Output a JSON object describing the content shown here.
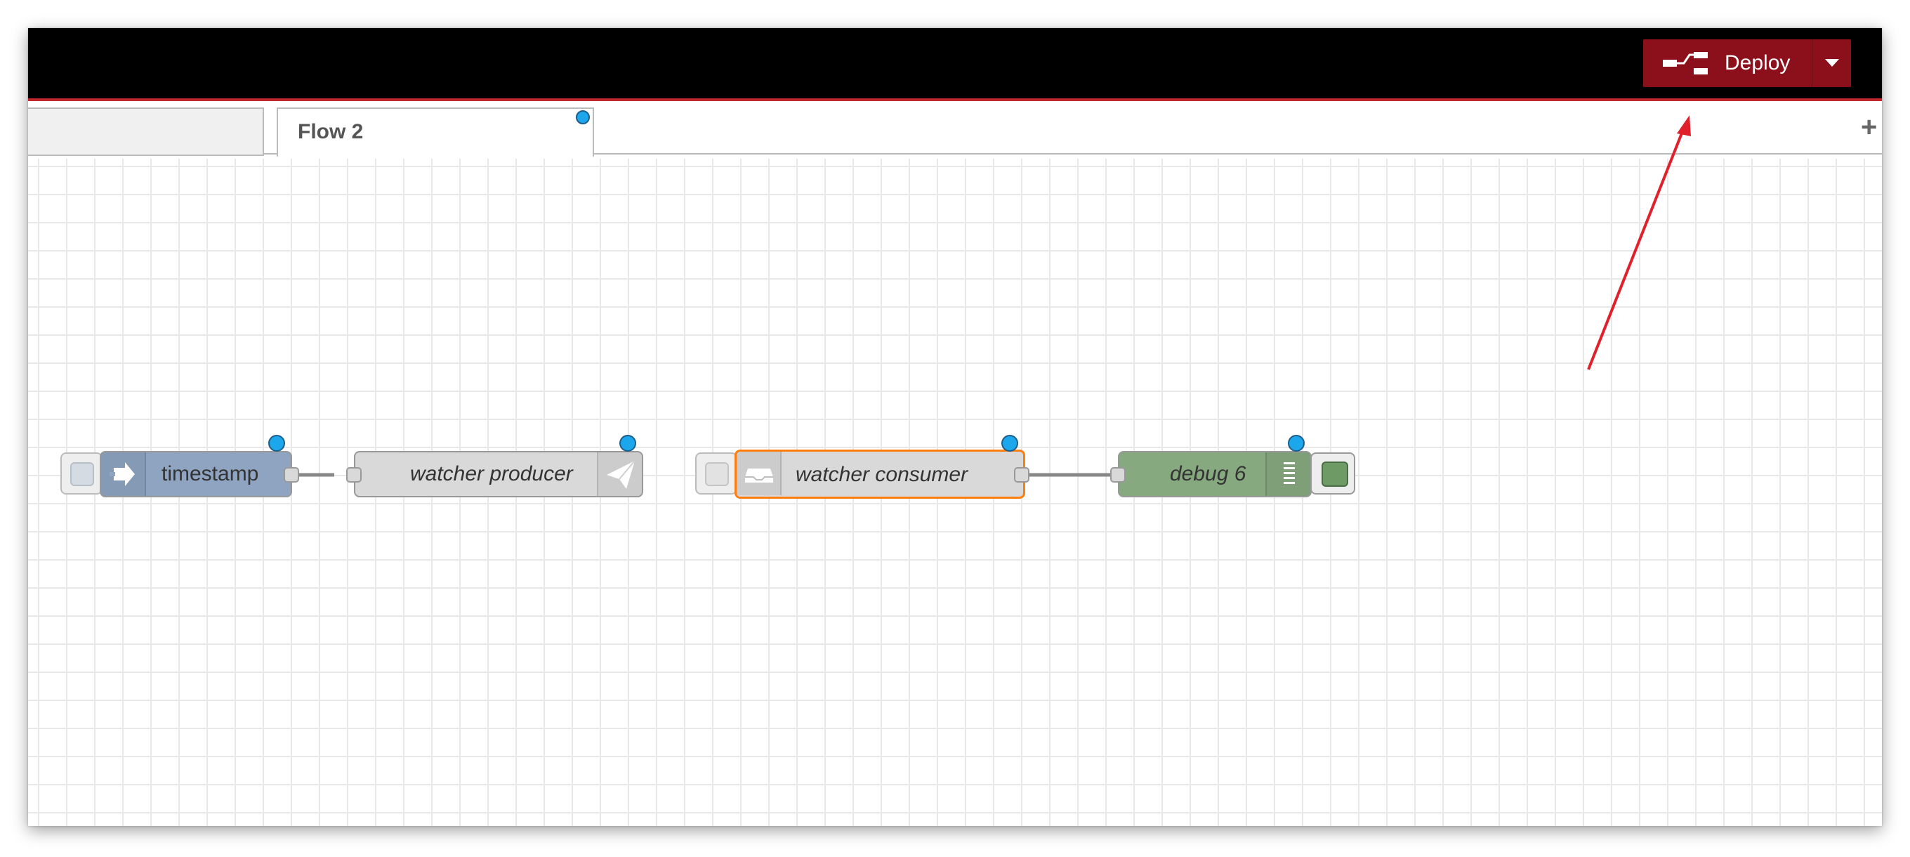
{
  "header": {
    "deploy_label": "Deploy",
    "deploy_icon": "deploy-icon",
    "deploy_caret_icon": "caret-down-icon"
  },
  "tabs": [
    {
      "label": "",
      "active": false
    },
    {
      "label": "Flow 2",
      "active": true,
      "changed": true
    }
  ],
  "add_tab_label": "+",
  "nodes": {
    "timestamp": {
      "label": "timestamp",
      "icon": "inject-arrow-icon",
      "color": "#8ea4c1"
    },
    "watcher_producer": {
      "label": "watcher producer",
      "icon": "paper-plane-icon",
      "color": "#d9d9d9"
    },
    "watcher_consumer": {
      "label": "watcher consumer",
      "icon": "inbox-icon",
      "color": "#d9d9d9",
      "selected": true
    },
    "debug6": {
      "label": "debug 6",
      "icon": "debug-list-icon",
      "color": "#87a980"
    }
  },
  "colors": {
    "header_bg": "#000000",
    "header_border": "#c0272d",
    "deploy_bg": "#8c101c",
    "changed_dot": "#1ca7ed",
    "selection": "#ff7f0e",
    "annotation_arrow": "#e0202a"
  }
}
